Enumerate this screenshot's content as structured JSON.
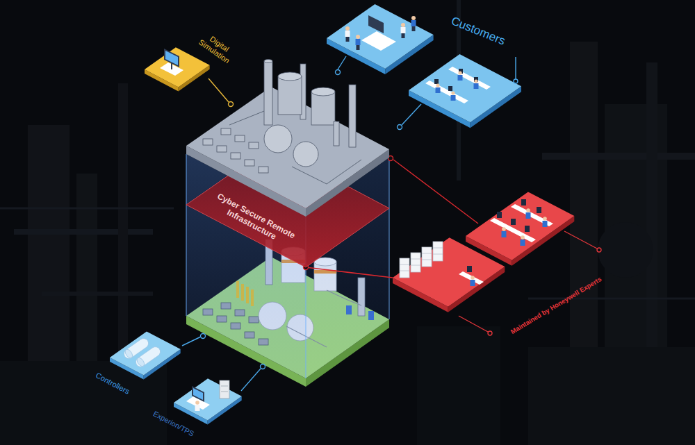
{
  "diagram": {
    "nodes": [
      {
        "text": [
          "Digital Simulation"
        ]
      },
      {
        "text": [
          "Customers"
        ]
      },
      {
        "text": [
          "Cyber Secure Remote Infrastructure"
        ]
      },
      {
        "text": [
          "Maintained by Honeywell Experts"
        ]
      },
      {
        "text": [
          "Controllers"
        ]
      },
      {
        "text": [
          "Experion/TPS"
        ]
      }
    ],
    "edges": [
      {
        "from": 2,
        "to": 3,
        "arrow": "none"
      }
    ]
  }
}
